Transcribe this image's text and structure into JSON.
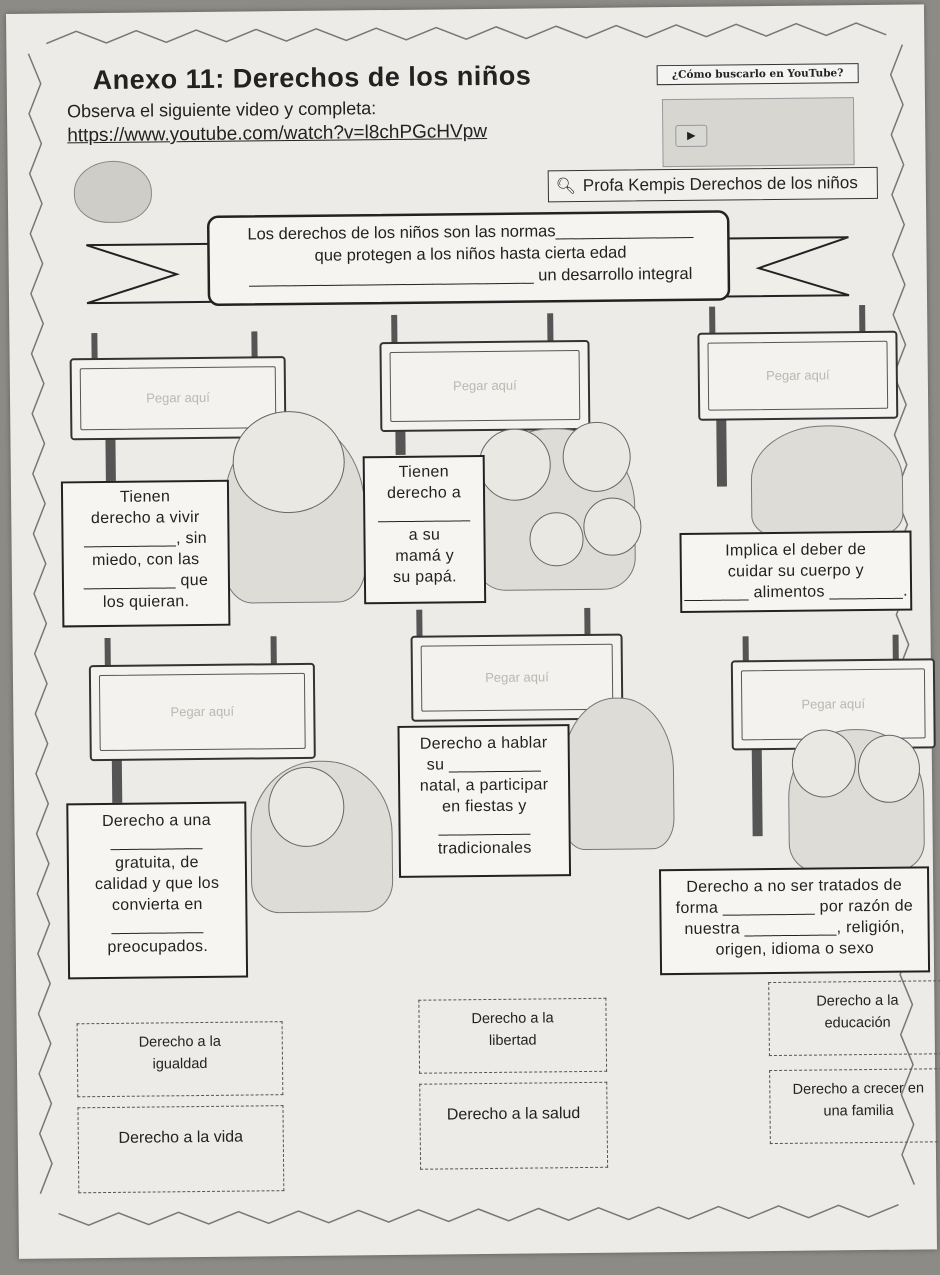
{
  "header": {
    "title": "Anexo 11: Derechos de los niños",
    "instruction": "Observa el siguiente video y completa:",
    "link": "https://www.youtube.com/watch?v=l8chPGcHVpw"
  },
  "youtube": {
    "label": "¿Cómo buscarlo en YouTube?",
    "search_text": "Profa Kempis Derechos de los niños",
    "search_icon": "search-icon"
  },
  "ribbon": {
    "line1": "Los derechos de los niños son las normas_______________",
    "line2": "que protegen a los niños hasta cierta edad",
    "line3": "_______________________________ un desarrollo integral"
  },
  "signs": {
    "paste_label": "Pegar aquí"
  },
  "boxes": {
    "vivir": [
      "Tienen",
      "derecho a vivir",
      "__________, sin",
      "miedo, con las",
      "__________ que",
      "los quieran."
    ],
    "familia": [
      "Tienen",
      "derecho a",
      "__________",
      "a su",
      "mamá y",
      "su papá."
    ],
    "salud": [
      "Implica el deber de",
      "cuidar su cuerpo y",
      "_______ alimentos ________."
    ],
    "educacion": [
      "Derecho a una",
      "__________",
      "gratuita, de",
      "calidad y que los",
      "convierta en",
      "__________",
      "preocupados."
    ],
    "libertad": [
      "Derecho a hablar",
      "su __________",
      "natal, a participar",
      "en fiestas y",
      "__________",
      "tradicionales"
    ],
    "igualdad": [
      "Derecho a no ser tratados de",
      "forma __________ por razón de",
      "nuestra __________, religión,",
      "origen, idioma o sexo"
    ]
  },
  "cards": [
    {
      "line1": "Derecho a la",
      "line2": "igualdad"
    },
    {
      "line1": "Derecho a la",
      "line2": "libertad"
    },
    {
      "line1": "Derecho a la",
      "line2": "educación"
    },
    {
      "line1": "Derecho a la vida",
      "line2": ""
    },
    {
      "line1": "Derecho a la salud",
      "line2": ""
    },
    {
      "line1": "Derecho a crecer en",
      "line2": "una familia"
    }
  ]
}
